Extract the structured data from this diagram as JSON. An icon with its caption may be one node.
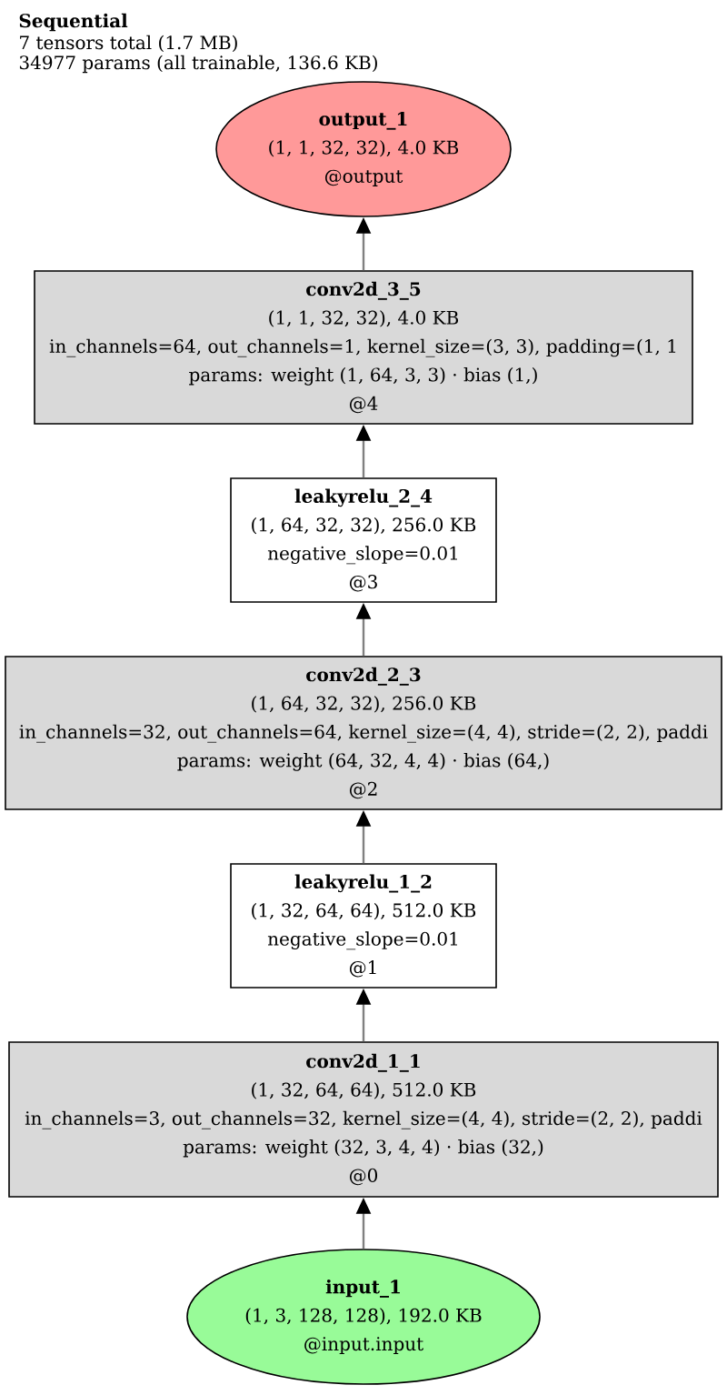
{
  "diagram": {
    "title": "Sequential",
    "nodes": [
      {
        "text": [
          "output_1",
          "(1, 1, 32, 32), 4.0 KB",
          "@output"
        ]
      },
      {
        "text": [
          "conv2d_3_5",
          "(1, 1, 32, 32), 4.0 KB",
          "in_channels=64, out_channels=1, kernel_size=(3, 3), padding=(1, 1",
          "params: weight (1, 64, 3, 3) · bias (1,)",
          "@4"
        ]
      },
      {
        "text": [
          "leakyrelu_2_4",
          "(1, 64, 32, 32), 256.0 KB",
          "negative_slope=0.01",
          "@3"
        ]
      },
      {
        "text": [
          "conv2d_2_3",
          "(1, 64, 32, 32), 256.0 KB",
          "in_channels=32, out_channels=64, kernel_size=(4, 4), stride=(2, 2), paddi",
          "params: weight (64, 32, 4, 4) · bias (64,)",
          "@2"
        ]
      },
      {
        "text": [
          "leakyrelu_1_2",
          "(1, 32, 64, 64), 512.0 KB",
          "negative_slope=0.01",
          "@1"
        ]
      },
      {
        "text": [
          "conv2d_1_1",
          "(1, 32, 64, 64), 512.0 KB",
          "in_channels=3, out_channels=32, kernel_size=(4, 4), stride=(2, 2), paddi",
          "params: weight (32, 3, 4, 4) · bias (32,)",
          "@0"
        ]
      },
      {
        "text": [
          "input_1",
          "(1, 3, 128, 128), 192.0 KB",
          "@input.input"
        ]
      }
    ],
    "edges": [
      {
        "from": 6,
        "to": 5,
        "arrow": "to"
      },
      {
        "from": 5,
        "to": 4,
        "arrow": "to"
      },
      {
        "from": 4,
        "to": 3,
        "arrow": "to"
      },
      {
        "from": 3,
        "to": 2,
        "arrow": "to"
      },
      {
        "from": 2,
        "to": 1,
        "arrow": "to"
      },
      {
        "from": 1,
        "to": 0,
        "arrow": "to"
      }
    ],
    "labels": [
      "7 tensors total (1.7 MB)",
      "34977 params (all trainable, 136.6 KB)"
    ]
  }
}
